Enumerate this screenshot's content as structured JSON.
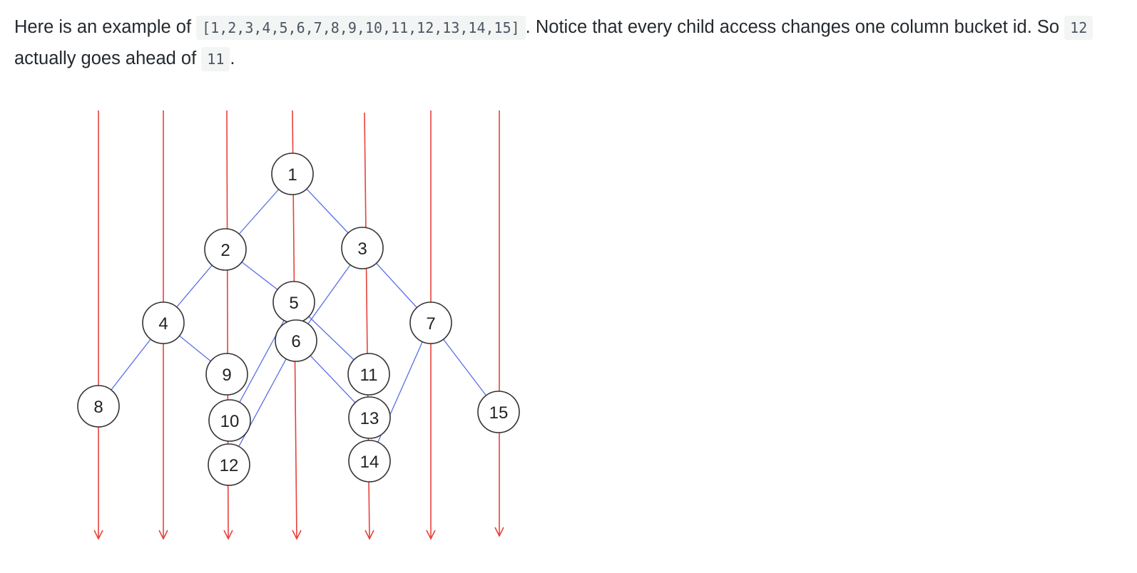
{
  "paragraph": {
    "intro": "Here is an example of",
    "array_code": "[1,2,3,4,5,6,7,8,9,10,11,12,13,14,15]",
    "mid": ". Notice that every child access changes one column bucket id. So",
    "code_a": "12",
    "between": "actually goes ahead of",
    "code_b": "11",
    "end": "."
  },
  "diagram": {
    "nodes": [
      "1",
      "2",
      "3",
      "4",
      "5",
      "6",
      "7",
      "8",
      "9",
      "10",
      "11",
      "12",
      "13",
      "14",
      "15"
    ],
    "colors": {
      "column_line": "#e8413b",
      "tree_edge": "#5b6ee6",
      "node_stroke": "#333333"
    }
  }
}
